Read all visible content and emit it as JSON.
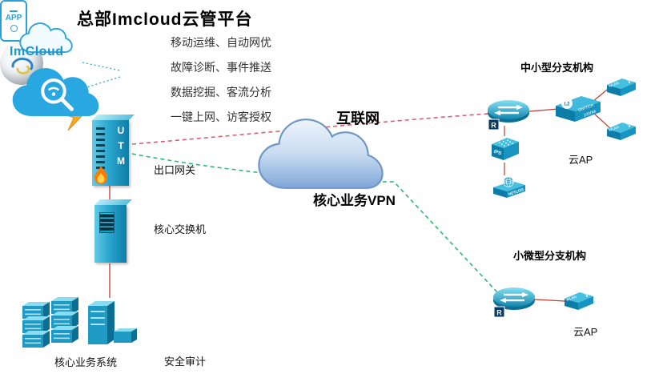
{
  "page": {
    "title": "总部Imcloud云管平台"
  },
  "logo": {
    "brand": "ImCloud",
    "app_label": "APP"
  },
  "features": [
    "移动运维、自动网优",
    "故障诊断、事件推送",
    "数据挖掘、客流分析",
    "一键上网、访客授权"
  ],
  "network": {
    "internet_label": "互联网",
    "vpn_label": "核心业务VPN"
  },
  "hq": {
    "utm_letters": "UTM",
    "gateway_caption": "出口网关",
    "switch_caption": "核心交换机",
    "servers_caption": "核心业务系统",
    "audit_caption": "安全审计"
  },
  "branch_medium": {
    "title": "中小型分支机构",
    "router_badge": "R",
    "l2_label": "L2",
    "switch_line1": "SWITCH",
    "switch_line2": "1000M",
    "wlan_label": "WLAN",
    "ap_caption": "云AP",
    "ips_label": "IPS",
    "netlog_label": "NETLOG"
  },
  "branch_small": {
    "title": "小微型分支机构",
    "router_badge": "R",
    "wlan_label": "WLAN",
    "ap_caption": "云AP"
  },
  "colors": {
    "brand_blue": "#2196cf",
    "device_cyan": "#1f9ac4",
    "internet_line_red": "#d95f6e",
    "vpn_line_green": "#2eb872",
    "link_red": "#c0392b",
    "flame_orange": "#ff7b00"
  }
}
